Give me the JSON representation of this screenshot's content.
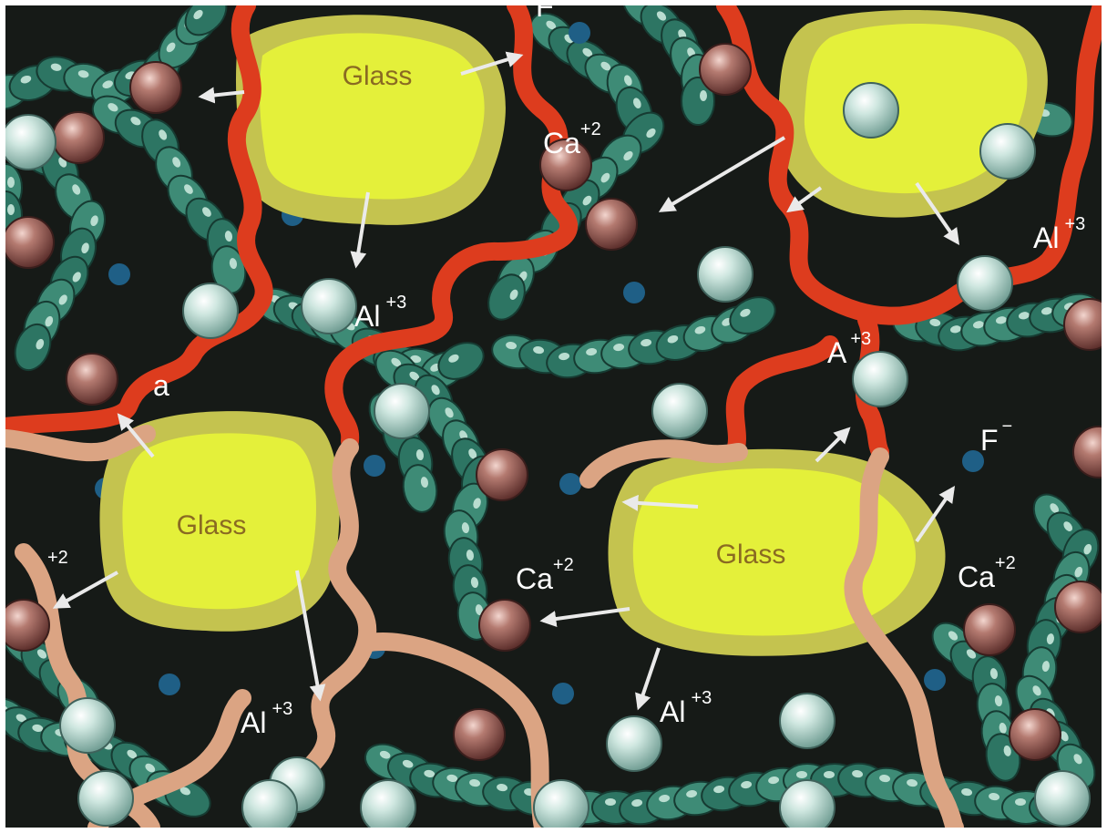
{
  "colors": {
    "background": "#161a17",
    "glass_outer": "#c4c34f",
    "glass_inner": "#e4f03a",
    "glass_text": "#8a6a22",
    "chain_dark": "#2d7563",
    "chain_mid": "#3e8b76",
    "chain_highlight": "#b9ddd0",
    "polyacid_red": "#dd3c1e",
    "polyacid_tan": "#dba483",
    "ca_ion": "#a86a62",
    "al_ion": "#c9e3dc",
    "f_ion": "#1f5f86",
    "arrow": "#eaeaea"
  },
  "glass_particles": [
    {
      "label": "Glass"
    },
    {
      "label": "Glass"
    },
    {
      "label": "Glass"
    },
    {
      "label": ""
    }
  ],
  "ion_labels": [
    {
      "symbol": "Ca",
      "charge": "+2"
    },
    {
      "symbol": "Al",
      "charge": "+3"
    },
    {
      "symbol": "Al",
      "charge": "+3"
    },
    {
      "symbol": "Al",
      "charge": "+3"
    },
    {
      "symbol": "Ca",
      "charge": "+2"
    },
    {
      "symbol": "Ca",
      "charge": "+2"
    },
    {
      "symbol": "F",
      "charge": "−"
    },
    {
      "symbol": "Al",
      "charge": "+3"
    },
    {
      "symbol": "",
      "charge": "+2"
    },
    {
      "symbol": "a",
      "charge": ""
    },
    {
      "symbol": "F",
      "charge": ""
    },
    {
      "symbol": "A",
      "charge": "+3"
    }
  ]
}
